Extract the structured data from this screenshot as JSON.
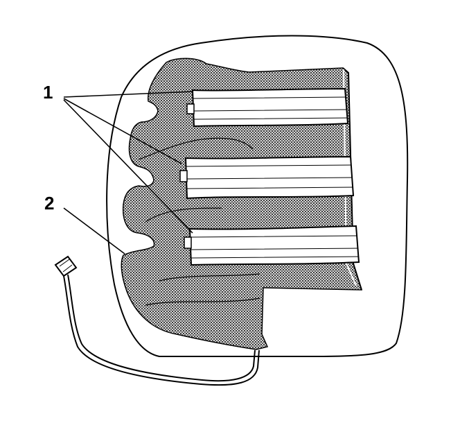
{
  "diagram": {
    "callouts": [
      {
        "id": "1",
        "label": "1"
      },
      {
        "id": "2",
        "label": "2"
      }
    ],
    "colors": {
      "line": "#000000",
      "background": "#ffffff",
      "mat_fill": "#8a8a8a",
      "heater_strip": "#ffffff"
    },
    "icons": [
      "seat-cushion-outline",
      "heater-mat",
      "heater-strip",
      "connector-plug",
      "wire-harness"
    ]
  }
}
